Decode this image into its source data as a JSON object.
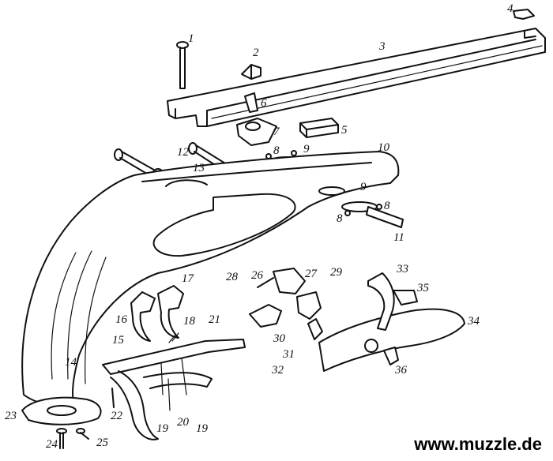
{
  "watermark": "www.muzzle.de",
  "parts": [
    "1",
    "2",
    "3",
    "4",
    "5",
    "6",
    "7",
    "8",
    "9",
    "10",
    "11",
    "12",
    "13",
    "14",
    "15",
    "16",
    "17",
    "18",
    "19",
    "20",
    "21",
    "22",
    "23",
    "24",
    "25",
    "26",
    "27",
    "28",
    "29",
    "30",
    "31",
    "32",
    "33",
    "34",
    "35",
    "36"
  ],
  "label_8_second": "8",
  "label_8_third": "8",
  "label_9_second": "9",
  "label_12_second": "",
  "label_19_second": "19"
}
